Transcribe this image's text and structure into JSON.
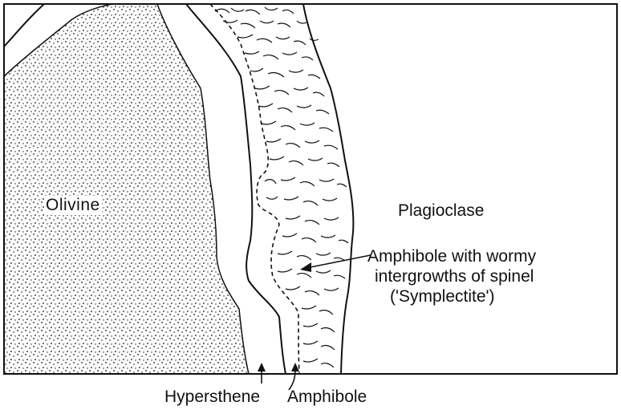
{
  "labels": {
    "olivine": "Olivine",
    "plagioclase": "Plagioclase",
    "amphibole_symplectite_line1": "Amphibole with wormy",
    "amphibole_symplectite_line2": "intergrowths of spinel",
    "amphibole_symplectite_line3": "('Symplectite')",
    "hypersthene": "Hypersthene",
    "amphibole": "Amphibole"
  },
  "colors": {
    "ink": "#111111",
    "background": "#ffffff"
  }
}
